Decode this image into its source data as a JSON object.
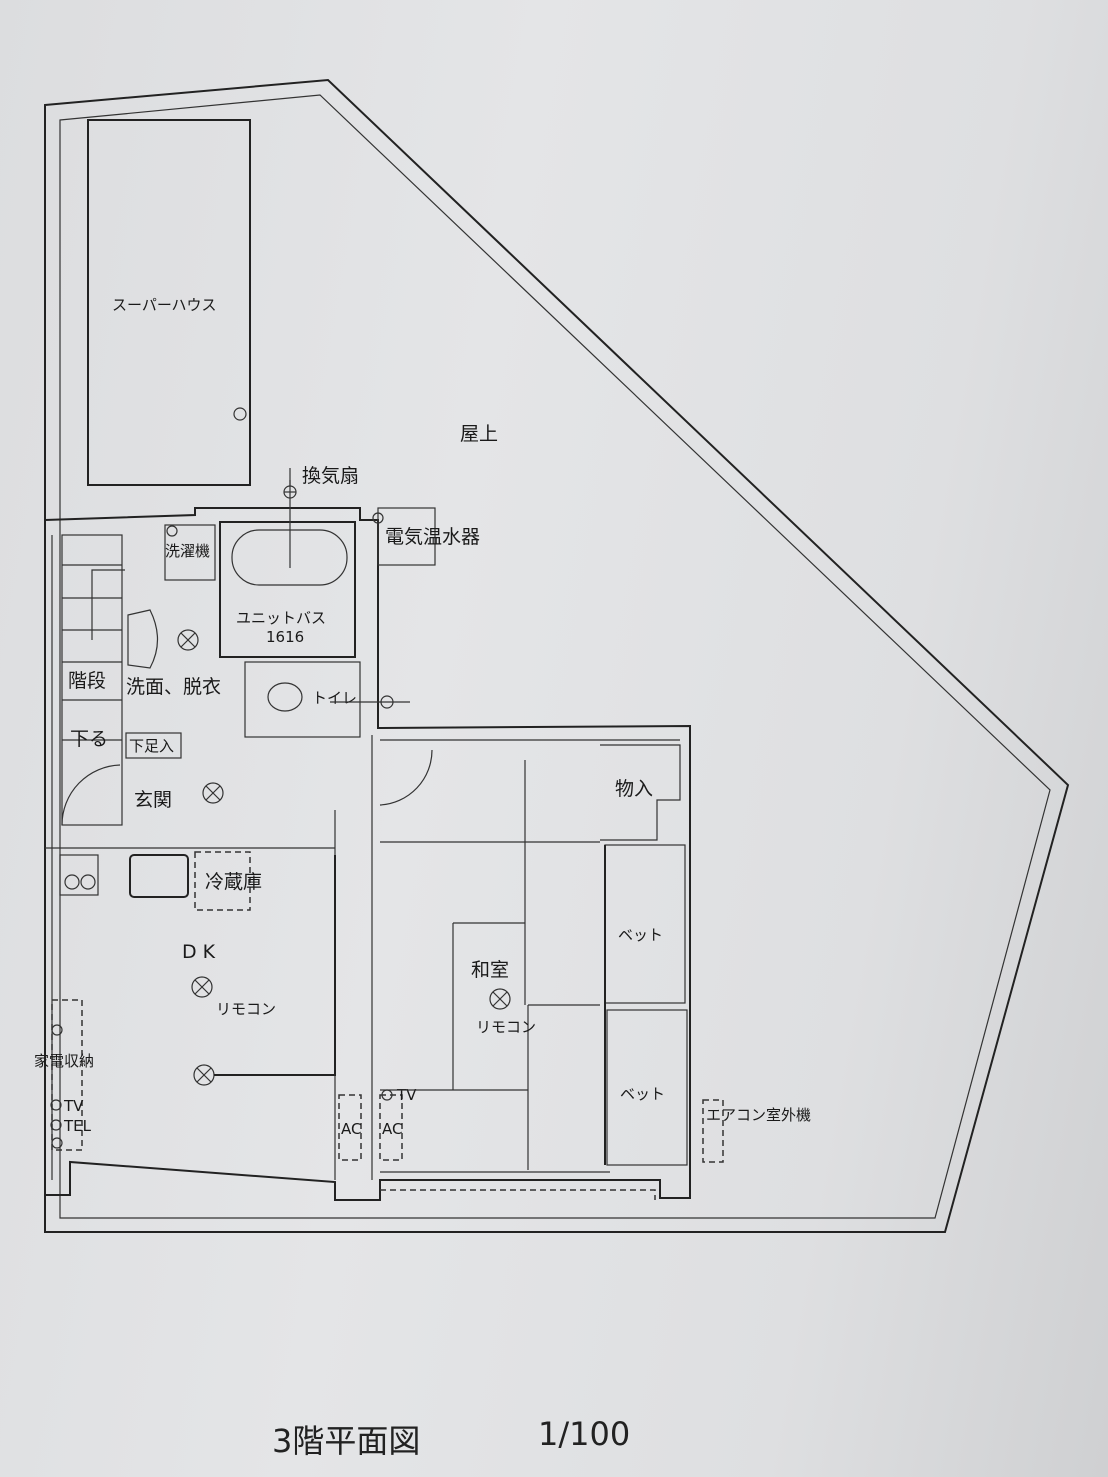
{
  "plan": {
    "rooftop_label": "屋上",
    "super_house_label": "スーパーハウス",
    "ventilation_fan_label": "換気扇",
    "water_heater_label": "電気温水器",
    "washing_machine_label": "洗濯機",
    "unit_bath_label": "ユニットバス",
    "unit_bath_size": "1616",
    "stairs_label": "階段",
    "washroom_label": "洗面、脱衣",
    "toilet_label": "トイレ",
    "stairs_down_label": "下る",
    "shoe_cabinet_label": "下足入",
    "entrance_label": "玄関",
    "storage_label": "物入",
    "fridge_label": "冷蔵庫",
    "dk_label": "D K",
    "dk_remote_label": "リモコン",
    "japanese_room_label": "和室",
    "japanese_room_remote_label": "リモコン",
    "bed1_label": "ベット",
    "bed2_label": "ベット",
    "appliance_storage_label": "家電収納",
    "tv_outlet_label": "TV",
    "tel_outlet_label": "TEL",
    "ac1_label": "AC",
    "ac2_label": "AC",
    "tv_outlet2_label": "TV",
    "ac_outdoor_unit_label": "エアコン室外機"
  },
  "caption": {
    "title": "3階平面図",
    "scale": "1/100"
  }
}
